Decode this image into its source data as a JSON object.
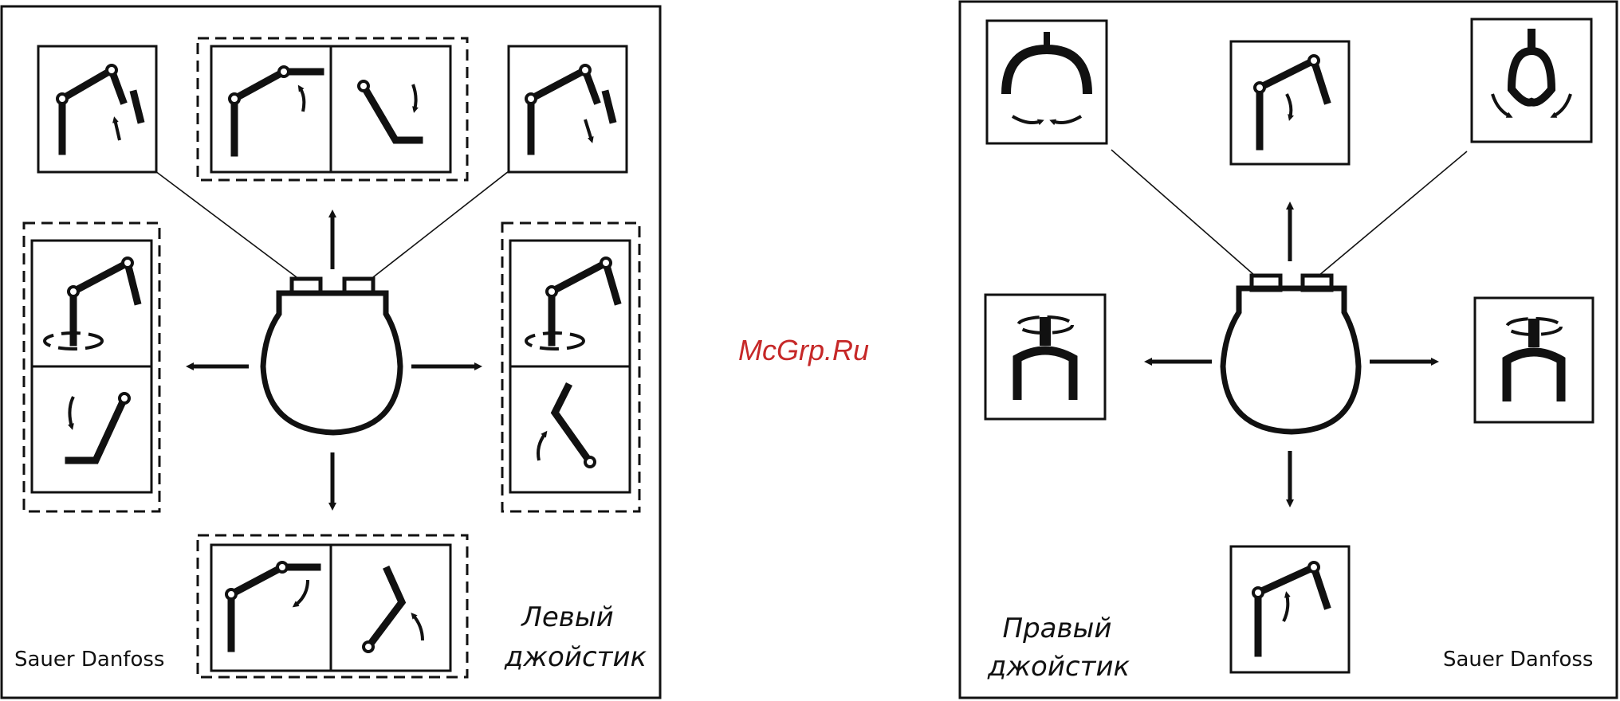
{
  "watermark": "McGrp.Ru",
  "left_panel": {
    "brand": "Sauer Danfoss",
    "title_line1": "Левый",
    "title_line2": "джойстик",
    "functions": {
      "top_left": "boom-up-arm-icon",
      "top_center": [
        "boom-raise-icon",
        "arm-lower-icon"
      ],
      "top_right": "boom-arm-down-icon",
      "left": [
        "slew-left-icon",
        "arm-fold-icon"
      ],
      "right": [
        "slew-right-icon",
        "arm-extend-icon"
      ],
      "bottom": [
        "boom-lower-icon",
        "arm-raise-icon"
      ]
    }
  },
  "right_panel": {
    "brand": "Sauer Danfoss",
    "title_line1": "Правый",
    "title_line2": "джойстик",
    "functions": {
      "top_left": "grapple-open-icon",
      "top_center": "tip-in-icon",
      "top_right": "grapple-close-icon",
      "left": "rotator-left-icon",
      "right": "rotator-right-icon",
      "bottom": "tip-out-icon"
    }
  },
  "colors": {
    "ink": "#111111",
    "watermark": "#c62828",
    "background": "#ffffff"
  }
}
